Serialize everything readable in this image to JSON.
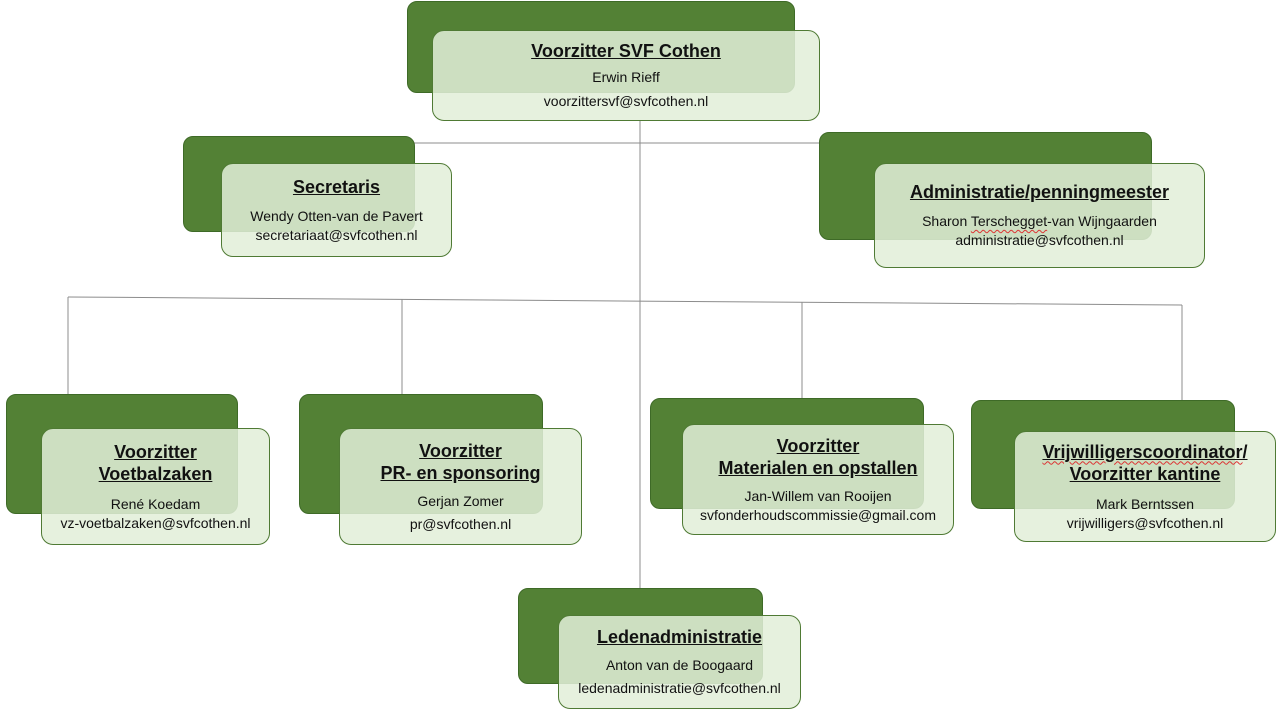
{
  "org_chart": {
    "top": {
      "title": "Voorzitter SVF Cothen",
      "name": "Erwin Rieff",
      "email": "voorzittersvf@svfcothen.nl"
    },
    "secretaris": {
      "title": "Secretaris",
      "name": "Wendy Otten-van de Pavert",
      "email": "secretariaat@svfcothen.nl"
    },
    "administratie": {
      "title": "Administratie/penningmeester",
      "name_a": "Sharon ",
      "name_b": "Terschegget",
      "name_c": "-van Wijngaarden",
      "email": "administratie@svfcothen.nl"
    },
    "voetbalzaken": {
      "title": "Voorzitter\nVoetbalzaken",
      "name": "René Koedam",
      "email": "vz-voetbalzaken@svfcothen.nl"
    },
    "pr": {
      "title": "Voorzitter\nPR- en sponsoring",
      "name": "Gerjan Zomer",
      "email": "pr@svfcothen.nl"
    },
    "materialen": {
      "title": "Voorzitter\nMaterialen en opstallen",
      "name": "Jan-Willem van Rooijen",
      "email": "svfonderhoudscommissie@gmail.com"
    },
    "vrijwilligers": {
      "title_a": "Vrijwilligerscoordinator",
      "title_b": "/\nVoorzitter kantine",
      "name": "Mark Berntssen",
      "email": "vrijwilligers@svfcothen.nl"
    },
    "leden": {
      "title": "Ledenadministratie",
      "name": "Anton van de Boogaard",
      "email": "ledenadministratie@svfcothen.nl"
    }
  },
  "colors": {
    "back_box": "#538135",
    "front_box": "#e2efd9",
    "connector": "#8c8c8c"
  }
}
